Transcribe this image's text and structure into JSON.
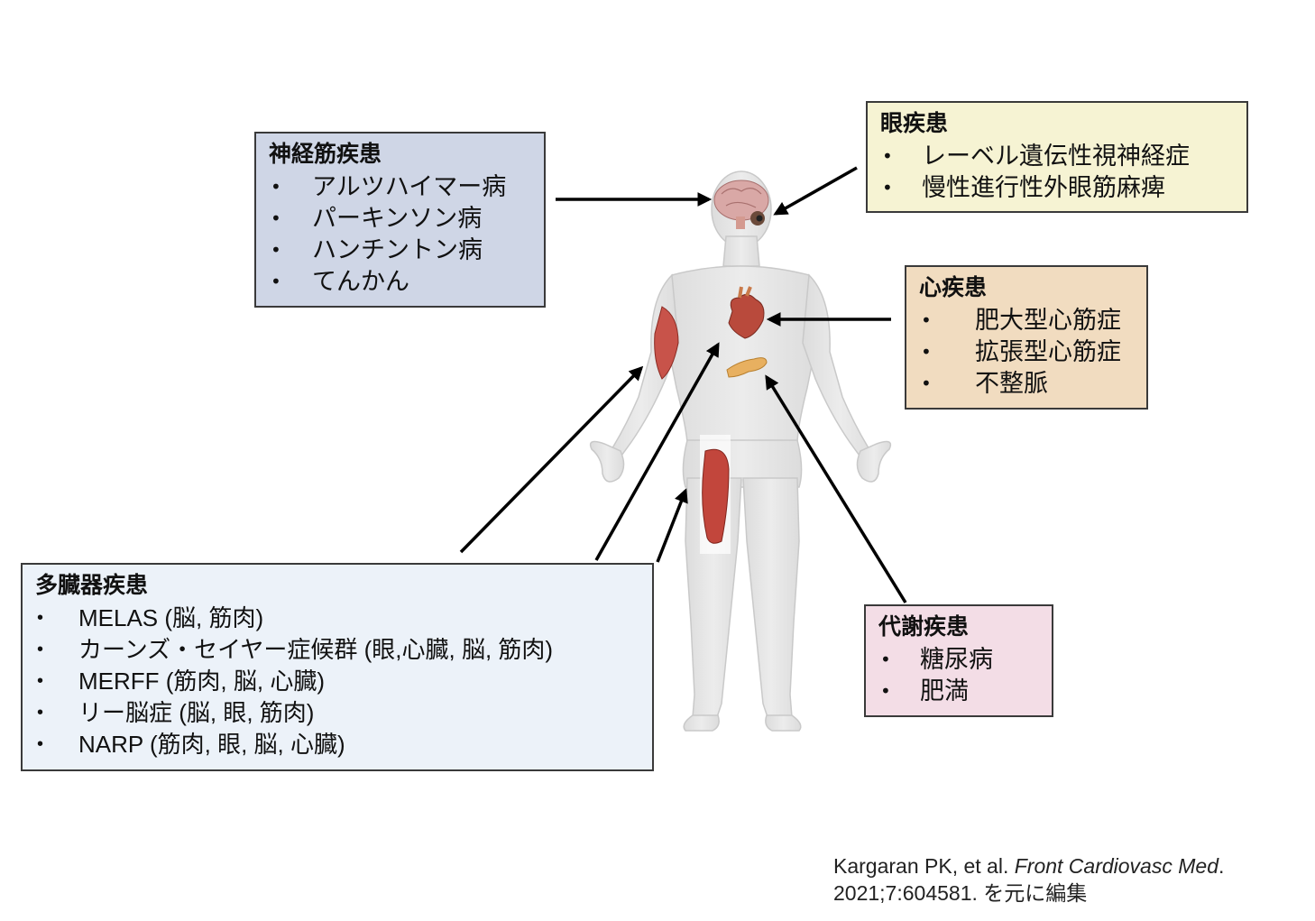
{
  "boxes": {
    "neuro": {
      "title": "神経筋疾患",
      "items": [
        "アルツハイマー病",
        "パーキンソン病",
        "ハンチントン病",
        "てんかん"
      ]
    },
    "eye": {
      "title": "眼疾患",
      "items": [
        "レーベル遺伝性視神経症",
        "慢性進行性外眼筋麻痺"
      ]
    },
    "heart": {
      "title": "心疾患",
      "items": [
        "肥大型心筋症",
        "拡張型心筋症",
        "不整脈"
      ]
    },
    "metabolic": {
      "title": "代謝疾患",
      "items": [
        "糖尿病",
        "肥満"
      ]
    },
    "multi": {
      "title": "多臓器疾患",
      "items": [
        "MELAS (脳, 筋肉)",
        "カーンズ・セイヤー症候群 (眼,心臓, 脳, 筋肉)",
        "MERFF (筋肉, 脳, 心臓)",
        "リー脳症 (脳, 眼, 筋肉)",
        "NARP (筋肉, 眼, 脳, 心臓)"
      ]
    }
  },
  "citation": {
    "authors": "Kargaran PK, et al. ",
    "journal": "Front Cardiovasc Med",
    "after_journal": ".",
    "line2": "2021;7:604581. を元に編集"
  },
  "colors": {
    "neuro_bg": "#cfd6e6",
    "eye_bg": "#f6f3d3",
    "heart_bg": "#f1dcc0",
    "metabolic_bg": "#f3dde6",
    "multi_bg": "#ecf2f9",
    "body": "#e6e6e6",
    "arrow": "#000000"
  }
}
